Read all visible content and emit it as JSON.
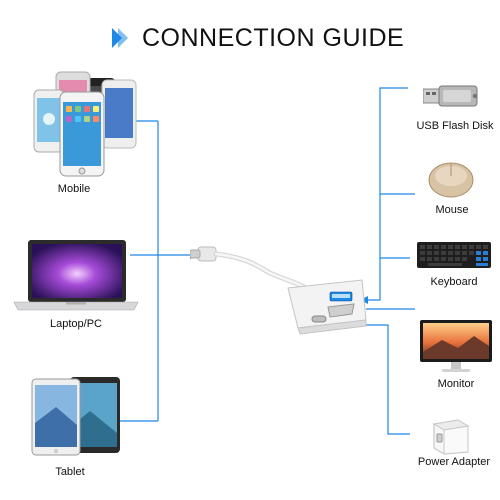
{
  "title": {
    "text": "CONNECTION GUIDE",
    "accent": "#1e88e5"
  },
  "left_devices": [
    {
      "label": "Mobile",
      "icon": "phones-icon"
    },
    {
      "label": "Laptop/PC",
      "icon": "laptop-icon"
    },
    {
      "label": "Tablet",
      "icon": "tablet-icon"
    }
  ],
  "right_devices": [
    {
      "label": "USB Flash Disk",
      "icon": "usb-flash-icon"
    },
    {
      "label": "Mouse",
      "icon": "mouse-icon"
    },
    {
      "label": "Keyboard",
      "icon": "keyboard-icon"
    },
    {
      "label": "Monitor",
      "icon": "monitor-icon"
    },
    {
      "label": "Power Adapter",
      "icon": "power-adapter-icon"
    }
  ],
  "line_color": "#1e88e5"
}
